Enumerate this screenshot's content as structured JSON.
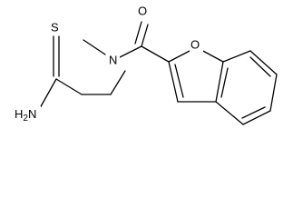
{
  "atoms": {
    "thio_s": "S",
    "amine": "H2N",
    "amine_h": "H",
    "amine_sub": "2",
    "amine_n": "N",
    "amide_n": "N",
    "carbonyl_o": "O",
    "furan_o": "O"
  }
}
